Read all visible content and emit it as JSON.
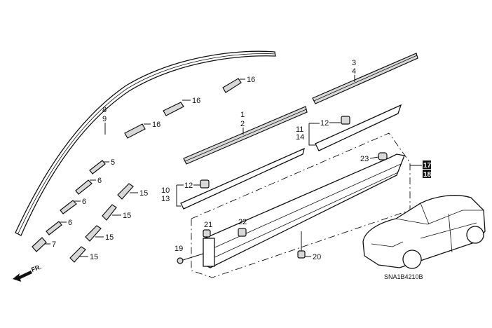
{
  "diagram": {
    "title": "Side sill garnish / roof molding parts diagram",
    "diagram_code": "SNA1B4210B",
    "front_indicator": "FR.",
    "callouts": {
      "c1": "1",
      "c2": "2",
      "c3": "3",
      "c4": "4",
      "c5": "5",
      "c6a": "6",
      "c6b": "6",
      "c6c": "6",
      "c7": "7",
      "c8": "8",
      "c9": "9",
      "c10": "10",
      "c13": "13",
      "c11": "11",
      "c14": "14",
      "c12a": "12",
      "c12b": "12",
      "c15a": "15",
      "c15b": "15",
      "c15c": "15",
      "c15d": "15",
      "c16a": "16",
      "c16b": "16",
      "c16c": "16",
      "c17": "17",
      "c18": "18",
      "c19": "19",
      "c20": "20",
      "c21": "21",
      "c22": "22",
      "c23": "23"
    }
  }
}
